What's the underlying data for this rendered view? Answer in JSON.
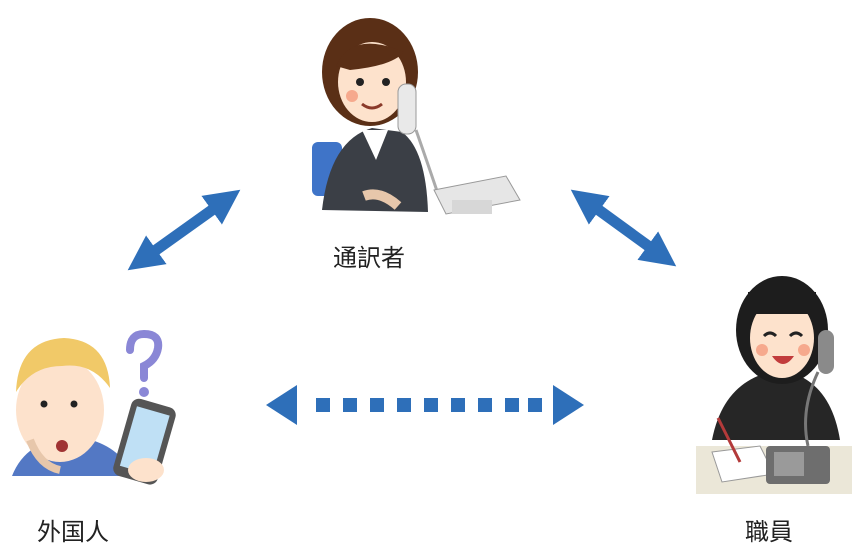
{
  "labels": {
    "interpreter": "通訳者",
    "foreigner": "外国人",
    "staff": "職員"
  },
  "colors": {
    "arrow": "#2e6fb9",
    "suit": "#3b3f46",
    "hair_brown": "#5a2f16",
    "hair_black": "#1d1d1d",
    "hair_blond": "#f1c968",
    "skin": "#fde2cc",
    "chair": "#3f74c8",
    "question": "#8a87d6",
    "phone_screen": "#bfe0f5"
  },
  "icons": {
    "interpreter": "woman-on-phone-icon",
    "foreigner": "confused-man-with-smartphone-icon",
    "staff": "office-woman-on-phone-icon"
  }
}
